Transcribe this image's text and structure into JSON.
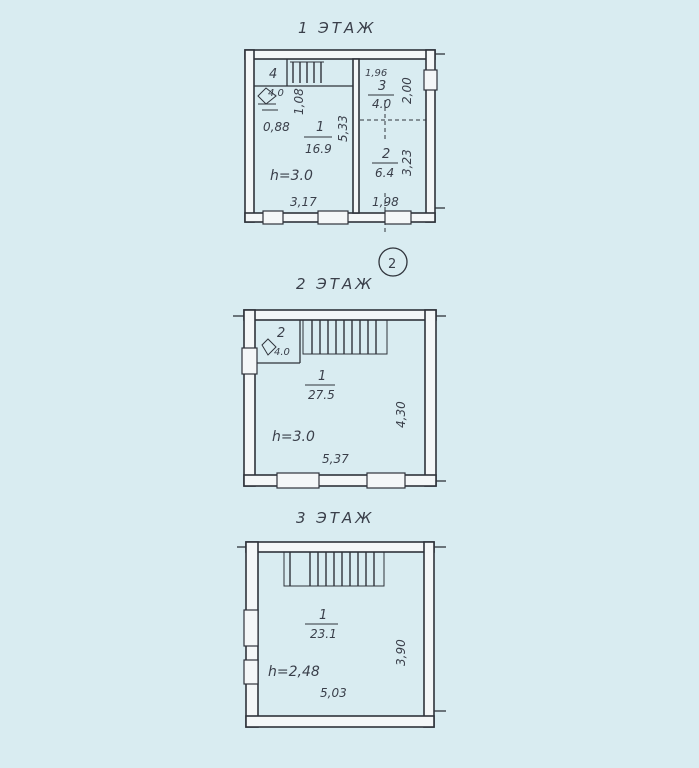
{
  "floors": [
    {
      "title": "1 ЭТАЖ",
      "marker": "2",
      "height": "h=3.0",
      "rooms": [
        {
          "num": "1",
          "area": "16.9"
        },
        {
          "num": "2",
          "area": "6.4"
        },
        {
          "num": "3",
          "area": "4.0"
        },
        {
          "num": "4",
          "area": "4.0"
        }
      ],
      "dims": {
        "width": "3,17",
        "depth": "5,33",
        "d1": "1,08",
        "d2": "0,88",
        "d3": "1,96",
        "d4": "2,00",
        "d5": "3,23",
        "d6": "1,98"
      }
    },
    {
      "title": "2 ЭТАЖ",
      "height": "h=3.0",
      "rooms": [
        {
          "num": "1",
          "area": "27.5"
        },
        {
          "num": "2",
          "area": "4.0"
        }
      ],
      "dims": {
        "width": "5,37",
        "depth": "4,30"
      }
    },
    {
      "title": "3 ЭТАЖ",
      "height": "h=2,48",
      "rooms": [
        {
          "num": "1",
          "area": "23.1"
        }
      ],
      "dims": {
        "width": "5,03",
        "depth": "3,90"
      }
    }
  ],
  "colors": {
    "background": "#d9ecf1",
    "ink": "#2f333b",
    "wall_fill": "#f4f7f8"
  }
}
